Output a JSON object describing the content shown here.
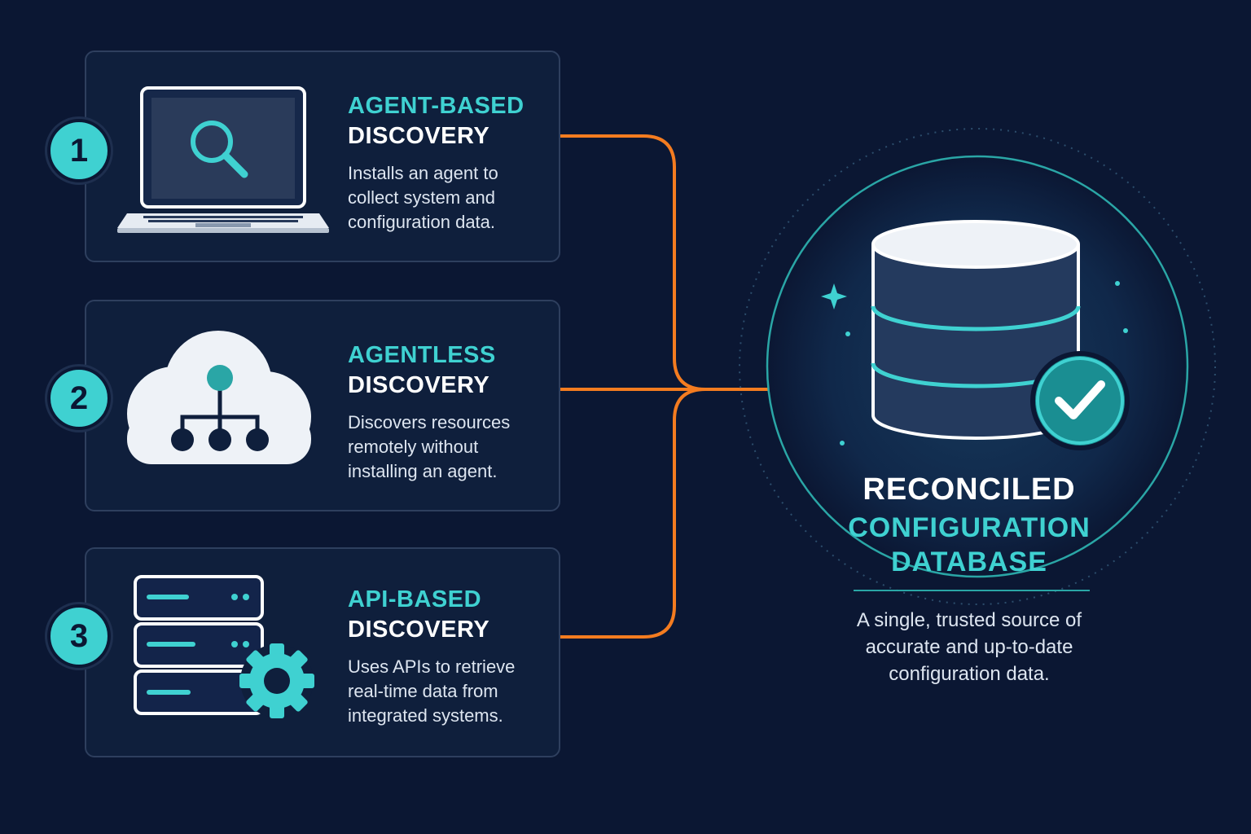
{
  "colors": {
    "background": "#0b1733",
    "accent_teal": "#3fd1d1",
    "connector_orange": "#f47c20",
    "card_fill": "#0f1f3c",
    "card_border": "#2e3f5e"
  },
  "methods": [
    {
      "number": "1",
      "title_accent": "AGENT-BASED",
      "title_main": "DISCOVERY",
      "description": "Installs an agent to collect system and configuration data.",
      "icon": "laptop-search-icon"
    },
    {
      "number": "2",
      "title_accent": "AGENTLESS",
      "title_main": "DISCOVERY",
      "description": "Discovers resources remotely without installing an agent.",
      "icon": "cloud-network-icon"
    },
    {
      "number": "3",
      "title_accent": "API-BASED",
      "title_main": "DISCOVERY",
      "description": "Uses APIs to retrieve real-time data from integrated systems.",
      "icon": "server-gear-icon"
    }
  ],
  "destination": {
    "title_line1": "RECONCILED",
    "title_line2": "CONFIGURATION",
    "title_line3": "DATABASE",
    "description": "A single, trusted source of accurate and up-to-date configuration data.",
    "icon": "database-check-icon"
  }
}
